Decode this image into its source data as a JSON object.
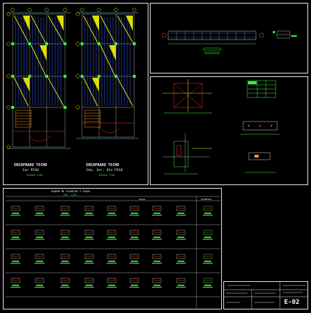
{
  "plan_left": {
    "title_line1": "ENCOFRADO TECHO",
    "title_line2": "1er PISO",
    "scale_note": "ESCALA 1/50"
  },
  "plan_right": {
    "title_line1": "ENCOFRADO TECHO",
    "title_line2": "2do, 3er, 4to PISO",
    "scale_note": "ESCALA 1/50"
  },
  "table": {
    "title": "CUADRO DE VIGUETAS Y VIGAS",
    "subtitle": "ESC. 1/25",
    "header_left": "VIGAS",
    "header_right": "VIGUETAS"
  },
  "title_block": {
    "sheet_code": "E-02"
  },
  "colors": {
    "background": "#000000",
    "frame": "#e8e8e8",
    "green": "#3dff3d",
    "yellow": "#f5f500",
    "blue": "#2f5cff",
    "red": "#ff2a2a",
    "orange": "#ff9a1a",
    "cyan": "#35e6ff"
  }
}
